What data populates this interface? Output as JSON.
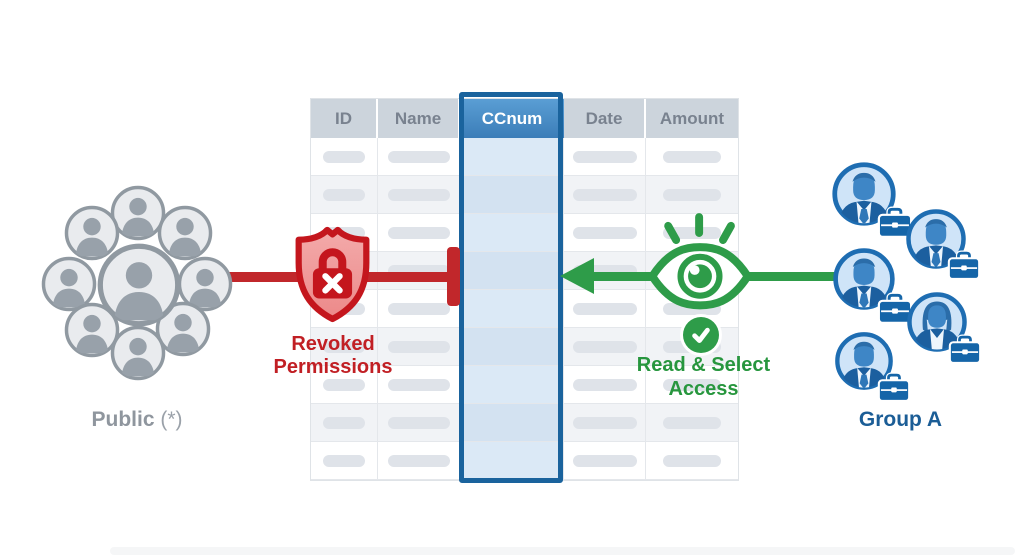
{
  "table": {
    "columns": [
      "ID",
      "Name",
      "CCnum",
      "Date",
      "Amount"
    ],
    "highlighted_column": "CCnum",
    "row_count": 9
  },
  "public_group": {
    "label": "Public",
    "suffix": "(*)",
    "member_count": 9
  },
  "revoked": {
    "line1": "Revoked",
    "line2": "Permissions"
  },
  "access": {
    "line1": "Read & Select",
    "line2": "Access"
  },
  "group_a": {
    "label": "Group A",
    "member_count": 5
  },
  "colors": {
    "red": "#c1272b",
    "red_text": "#c11f24",
    "green": "#2e9c49",
    "green_text": "#27963e",
    "highlight_border": "#1a639d",
    "header_blue": "#3b7db8",
    "gray_text": "#8f969e",
    "blue_text": "#1b5d96"
  }
}
